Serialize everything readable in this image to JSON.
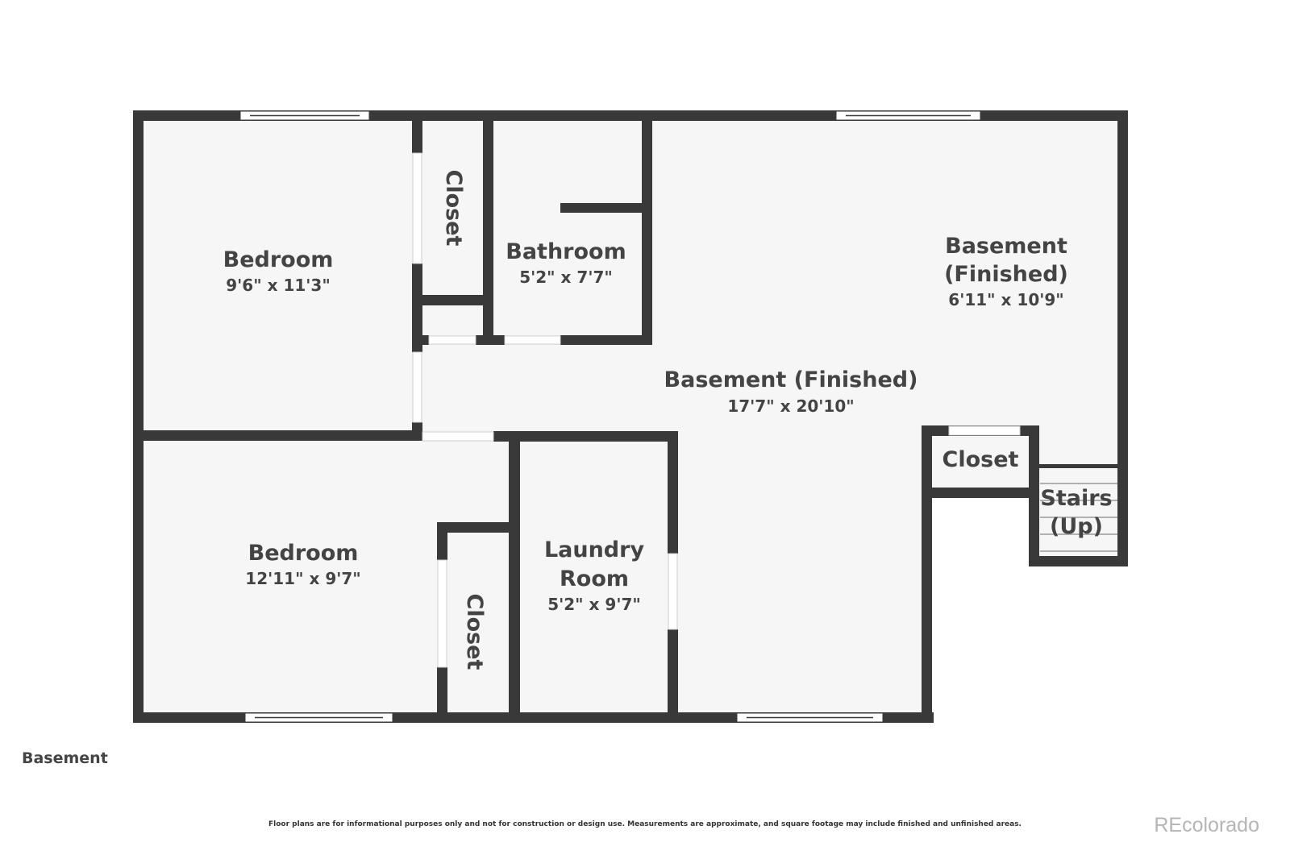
{
  "floor_label": "Basement",
  "disclaimer": "Floor plans are for informational purposes only and not for construction or design use. Measurements are approximate, and square footage may include finished and unfinished areas.",
  "watermark": "REcolorado",
  "colors": {
    "wall": "#393939",
    "floor": "#f6f6f6",
    "text": "#444444",
    "background": "#ffffff"
  },
  "rooms": {
    "bedroom_1": {
      "name": "Bedroom",
      "dims": "9'6\" x 11'3\""
    },
    "closet_1": {
      "name": "Closet"
    },
    "bathroom": {
      "name": "Bathroom",
      "dims": "5'2\" x 7'7\""
    },
    "basement_finished_1": {
      "name_line1": "Basement",
      "name_line2": "(Finished)",
      "dims": "6'11\" x 10'9\""
    },
    "basement_finished_2": {
      "name": "Basement (Finished)",
      "dims": "17'7\" x 20'10\""
    },
    "bedroom_2": {
      "name": "Bedroom",
      "dims": "12'11\" x 9'7\""
    },
    "closet_2": {
      "name": "Closet"
    },
    "laundry": {
      "name_line1": "Laundry",
      "name_line2": "Room",
      "dims": "5'2\" x 9'7\""
    },
    "closet_3": {
      "name": "Closet"
    },
    "stairs": {
      "name_line1": "Stairs",
      "name_line2": "(Up)"
    }
  }
}
